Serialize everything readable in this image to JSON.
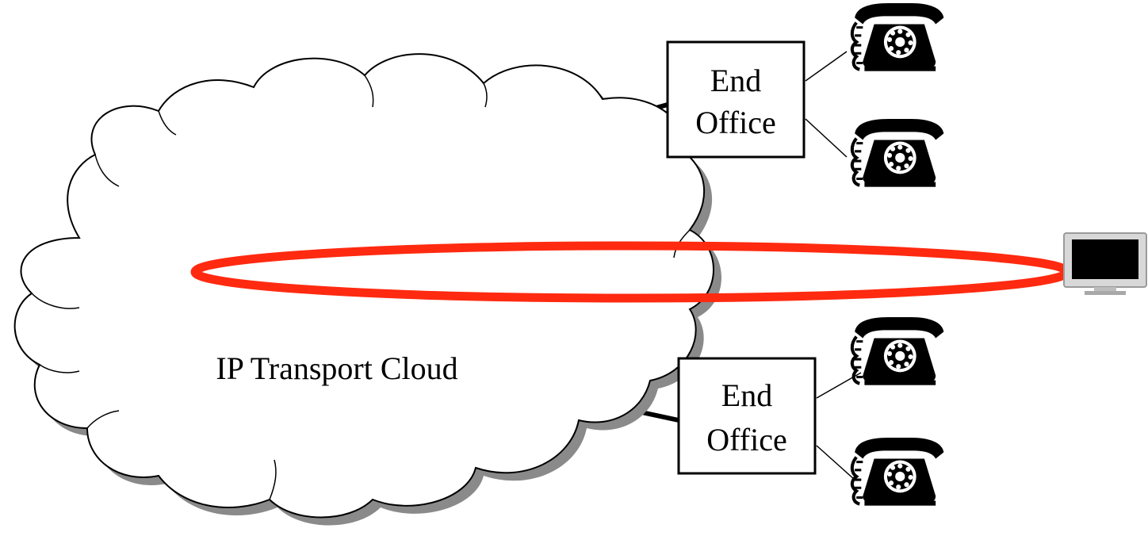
{
  "cloud": {
    "label": "IP Transport Cloud"
  },
  "end_offices": [
    {
      "line1": "End",
      "line2": "Office"
    },
    {
      "line1": "End",
      "line2": "Office"
    }
  ],
  "colors": {
    "ring": "#ff2a10",
    "outline": "#000000",
    "shadow": "#8a8a8a",
    "fill": "#ffffff"
  },
  "icons": {
    "phone": "rotary-telephone-icon",
    "monitor": "computer-monitor-icon"
  }
}
